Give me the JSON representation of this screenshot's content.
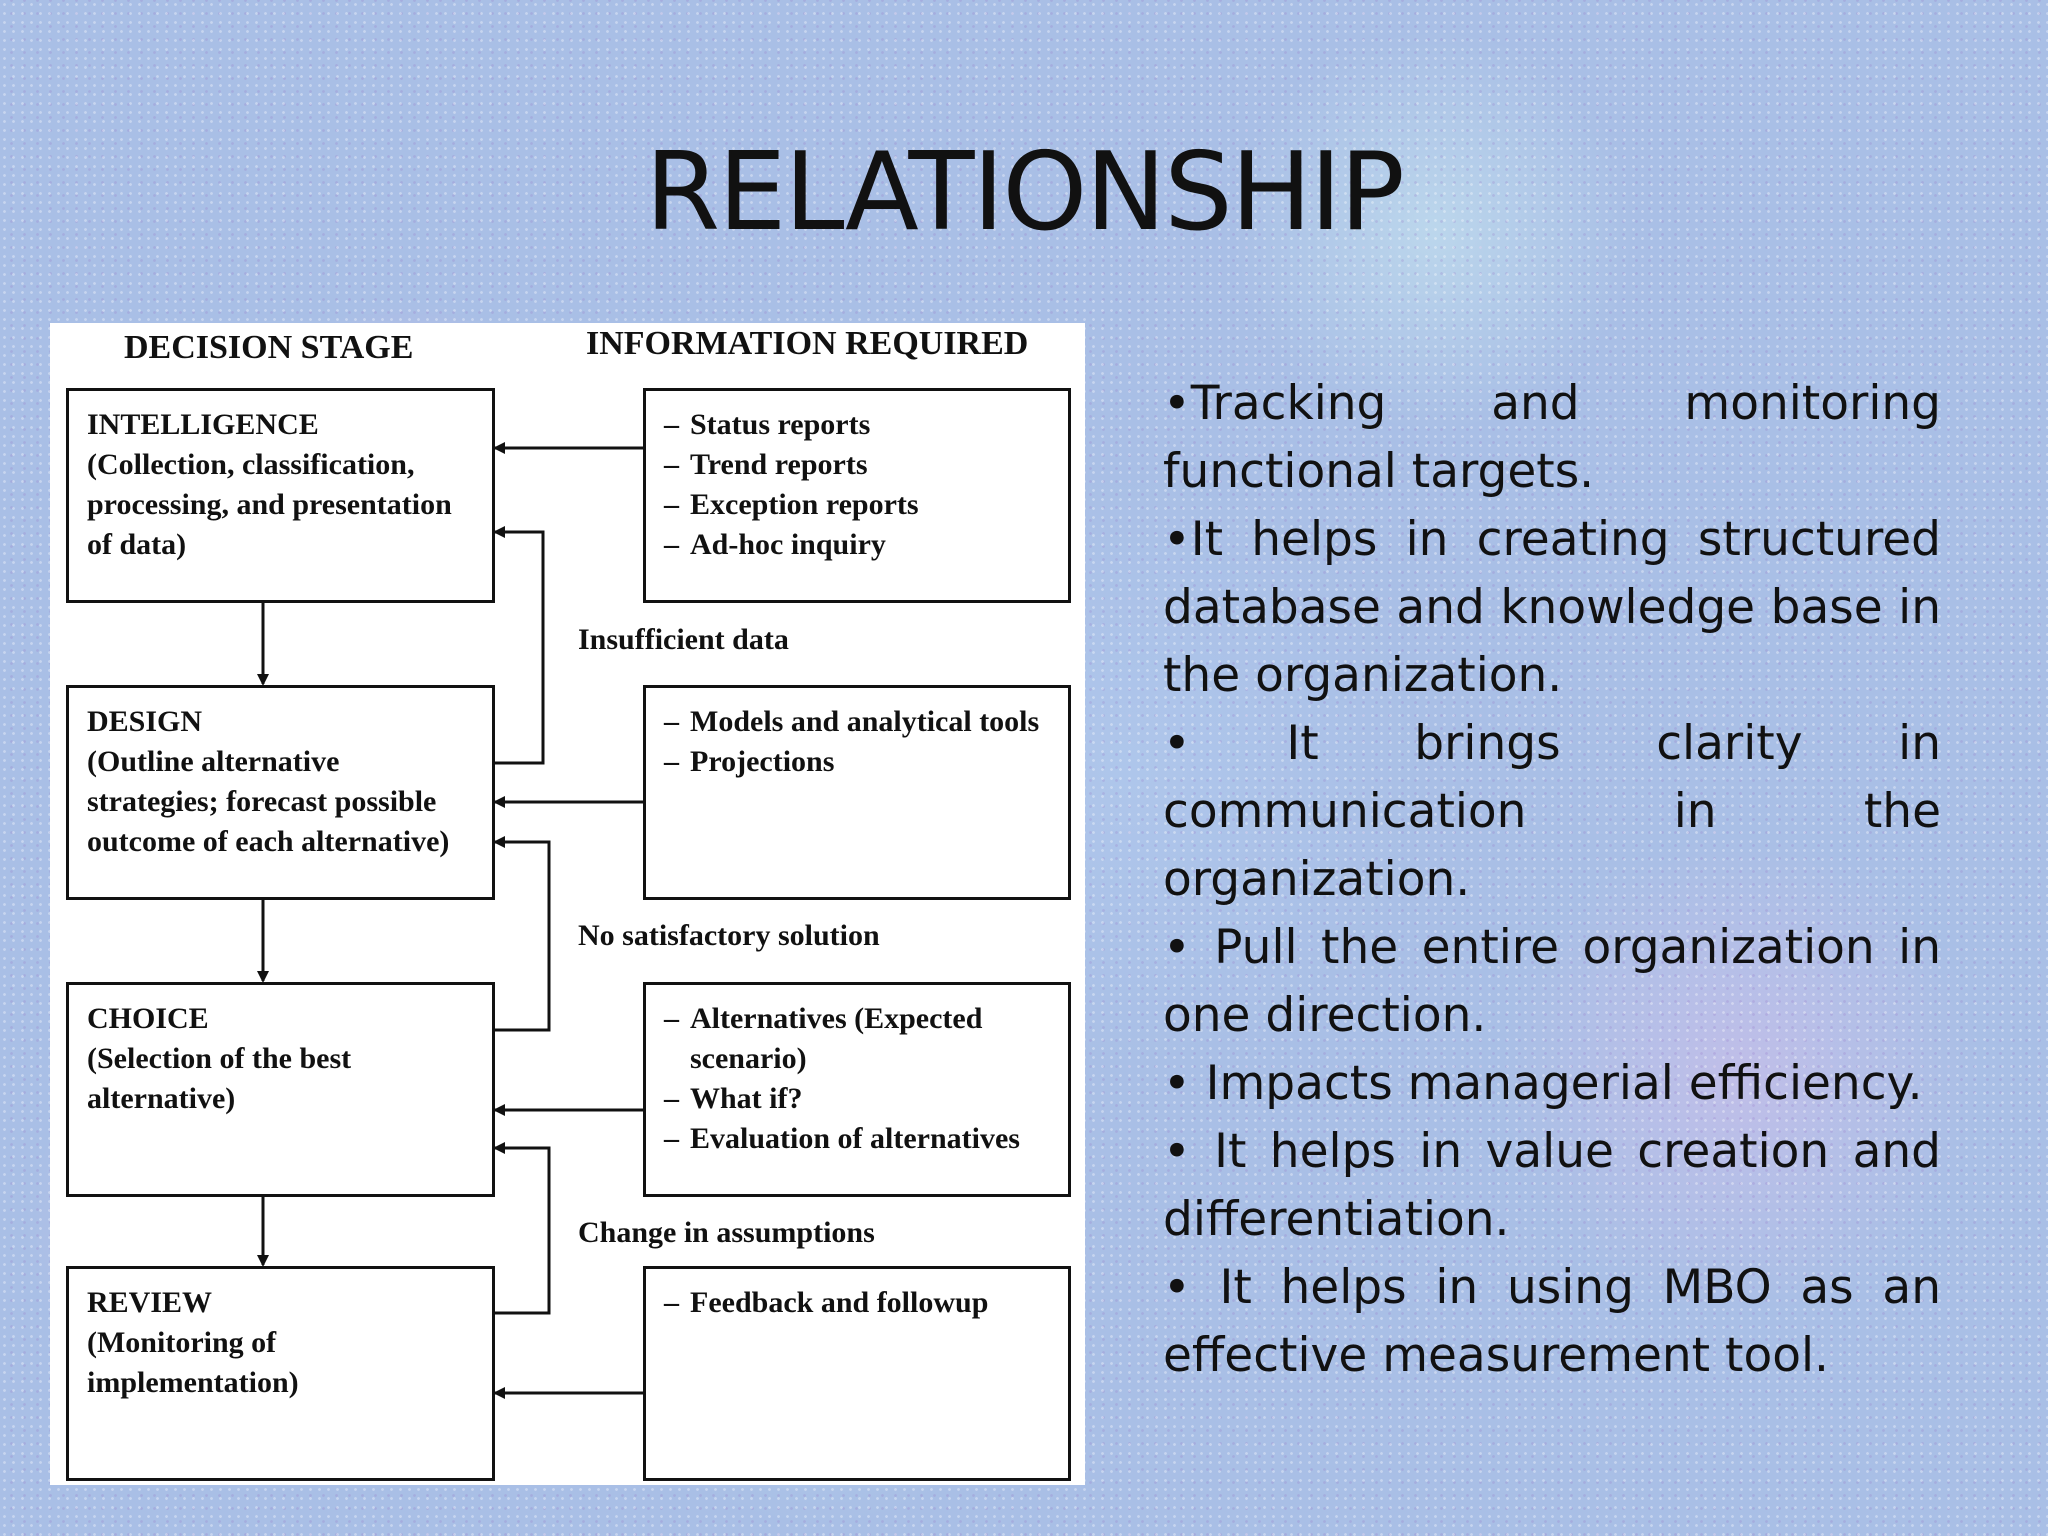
{
  "title": "RELATIONSHIP",
  "diagram": {
    "col_headers": {
      "left": "DECISION STAGE",
      "right": "INFORMATION REQUIRED"
    },
    "stages": [
      {
        "name": "INTELLIGENCE",
        "desc": "(Collection, classification, processing, and presentation of data)"
      },
      {
        "name": "DESIGN",
        "desc": "(Outline alternative strategies; forecast possible outcome of each alternative)"
      },
      {
        "name": "CHOICE",
        "desc": "(Selection of the best alternative)"
      },
      {
        "name": "REVIEW",
        "desc": "(Monitoring of implementation)"
      }
    ],
    "info": [
      [
        "Status reports",
        "Trend reports",
        "Exception reports",
        "Ad-hoc inquiry"
      ],
      [
        "Models and analytical tools",
        "Projections"
      ],
      [
        "Alternatives (Expected scenario)",
        "What if?",
        "Evaluation of alternatives"
      ],
      [
        "Feedback and followup"
      ]
    ],
    "feedback_labels": [
      "Insufficient data",
      "No satisfactory solution",
      "Change in assumptions"
    ]
  },
  "bullets": [
    "•Tracking and monitoring functional targets.",
    "•It helps in creating structured database and knowledge base in the organization.",
    "• It brings clarity in communication in the organization.",
    "• Pull the entire organization in one direction.",
    "• Impacts managerial efficiency.",
    "• It helps in value creation and differentiation.",
    "• It helps in using MBO as an effective measurement tool."
  ]
}
